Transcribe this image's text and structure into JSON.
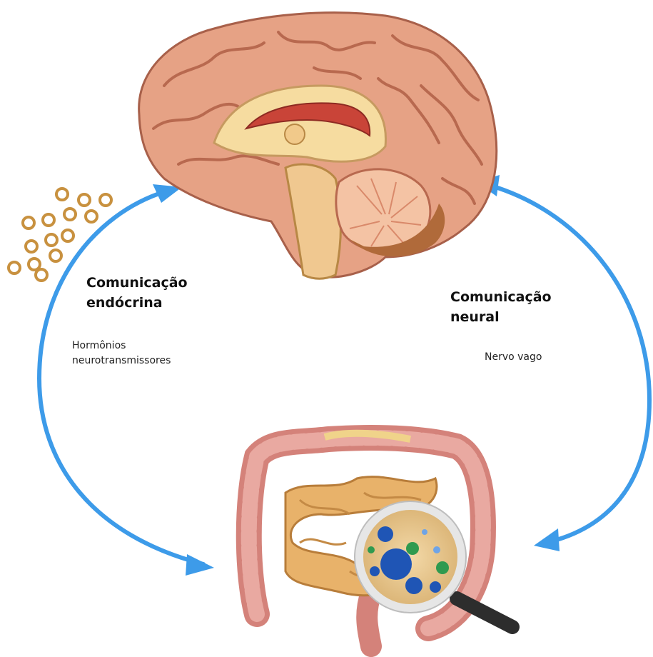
{
  "left_panel": {
    "title_line1": "Comunicação",
    "title_line2": "endócrina",
    "subtitle_line1": "Hormônios",
    "subtitle_line2": "neurotransmissores"
  },
  "right_panel": {
    "title_line1": "Comunicação",
    "title_line2": "neural",
    "subtitle": "Nervo vago"
  },
  "colors": {
    "arrow": "#3d9be9",
    "hormone_dots": "#c8913f",
    "brain": "#e6a285",
    "intestine": "#dc9a91"
  },
  "icons": {
    "brain": "brain-icon",
    "gut": "intestine-icon",
    "microbiota": "magnifier-icon"
  }
}
